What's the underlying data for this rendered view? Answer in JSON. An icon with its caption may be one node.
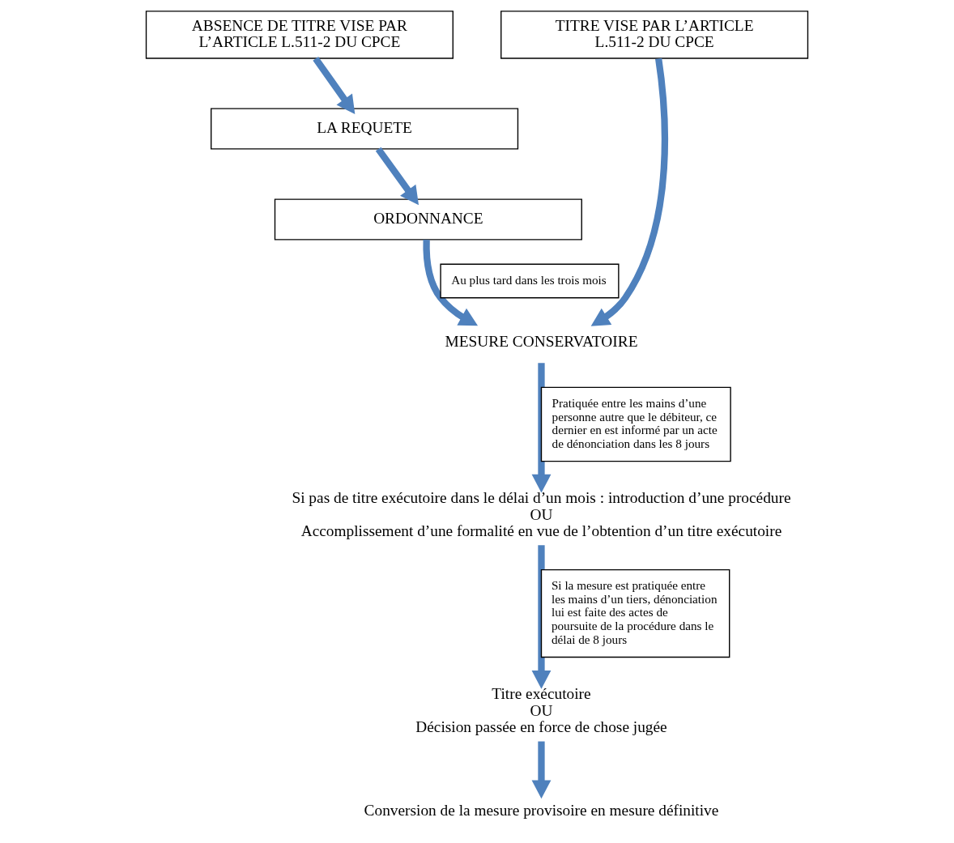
{
  "diagram": {
    "nodes": [
      {
        "text": [
          "ABSENCE DE TITRE VISE PAR L’ARTICLE L.511-2 DU CPCE"
        ]
      },
      {
        "text": [
          "TITRE VISE PAR L’ARTICLE L.511-2 DU CPCE"
        ]
      },
      {
        "text": [
          "LA REQUETE"
        ]
      },
      {
        "text": [
          "ORDONNANCE"
        ]
      },
      {
        "text": [
          "MESURE CONSERVATOIRE"
        ]
      },
      {
        "text": [
          "Si pas de titre exécutoire dans le délai d’un mois : introduction d’une procédure",
          "OU",
          "Accomplissement d’une formalité en vue de l’obtention d’un titre exécutoire"
        ]
      },
      {
        "text": [
          "Titre exécutoire",
          "OU",
          "Décision passée en force de chose jugée"
        ]
      },
      {
        "text": [
          "Conversion de la mesure provisoire en mesure définitive"
        ]
      }
    ],
    "edges": [
      {
        "from": 0,
        "to": 2,
        "arrow": "to"
      },
      {
        "from": 2,
        "to": 3,
        "arrow": "to"
      },
      {
        "from": 3,
        "to": 4,
        "arrow": "to",
        "label": "Au plus tard dans les trois mois"
      },
      {
        "from": 1,
        "to": 4,
        "arrow": "to"
      },
      {
        "from": 4,
        "to": 5,
        "arrow": "to",
        "label": "Pratiquée entre les mains d’une personne autre que le débiteur, ce dernier en est informé par un acte de dénonciation dans les 8 jours"
      },
      {
        "from": 5,
        "to": 6,
        "arrow": "to",
        "label": "Si la mesure est pratiquée entre les mains d’un tiers, dénonciation lui est faite des actes de poursuite de la procédure dans le délai de 8 jours"
      },
      {
        "from": 6,
        "to": 7,
        "arrow": "to"
      }
    ]
  }
}
